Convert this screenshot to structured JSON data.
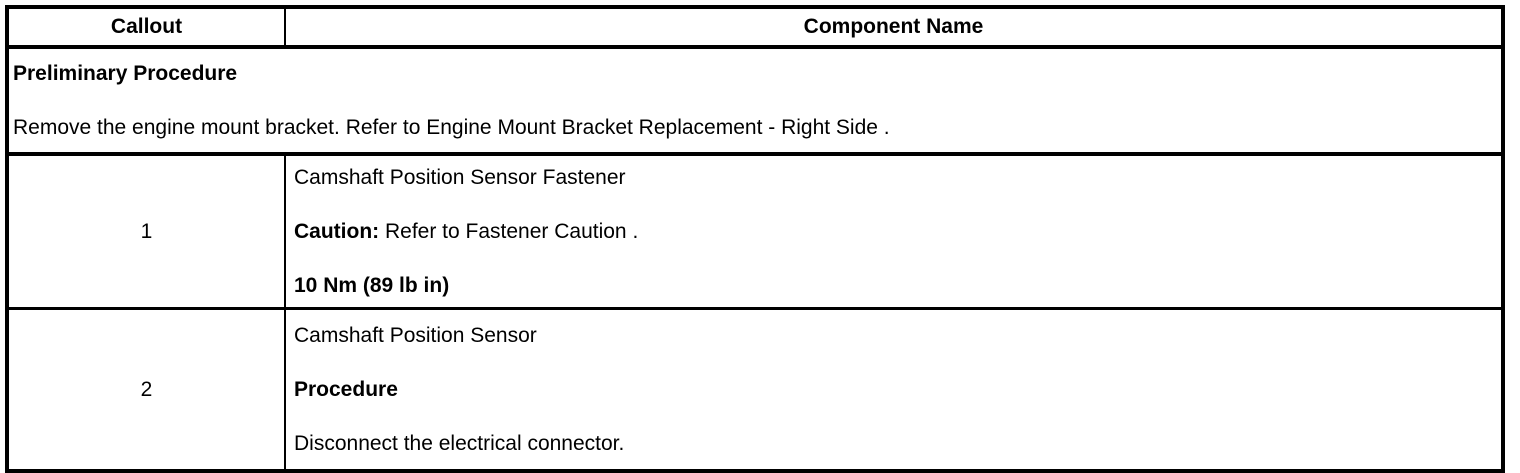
{
  "colors": {
    "text": "#000000",
    "background": "#ffffff",
    "border": "#000000"
  },
  "table": {
    "header": {
      "callout": "Callout",
      "component_name": "Component Name"
    },
    "preliminary": {
      "title": "Preliminary Procedure",
      "text": "Remove the engine mount bracket. Refer to Engine Mount Bracket Replacement - Right Side ."
    },
    "rows": [
      {
        "callout": "1",
        "name": "Camshaft Position Sensor Fastener",
        "caution_label": "Caution:",
        "caution_text": " Refer to Fastener Caution .",
        "torque": "10 Nm (89 lb in)"
      },
      {
        "callout": "2",
        "name": "Camshaft Position Sensor",
        "procedure_label": "Procedure",
        "procedure_text": "Disconnect the electrical connector."
      }
    ]
  }
}
